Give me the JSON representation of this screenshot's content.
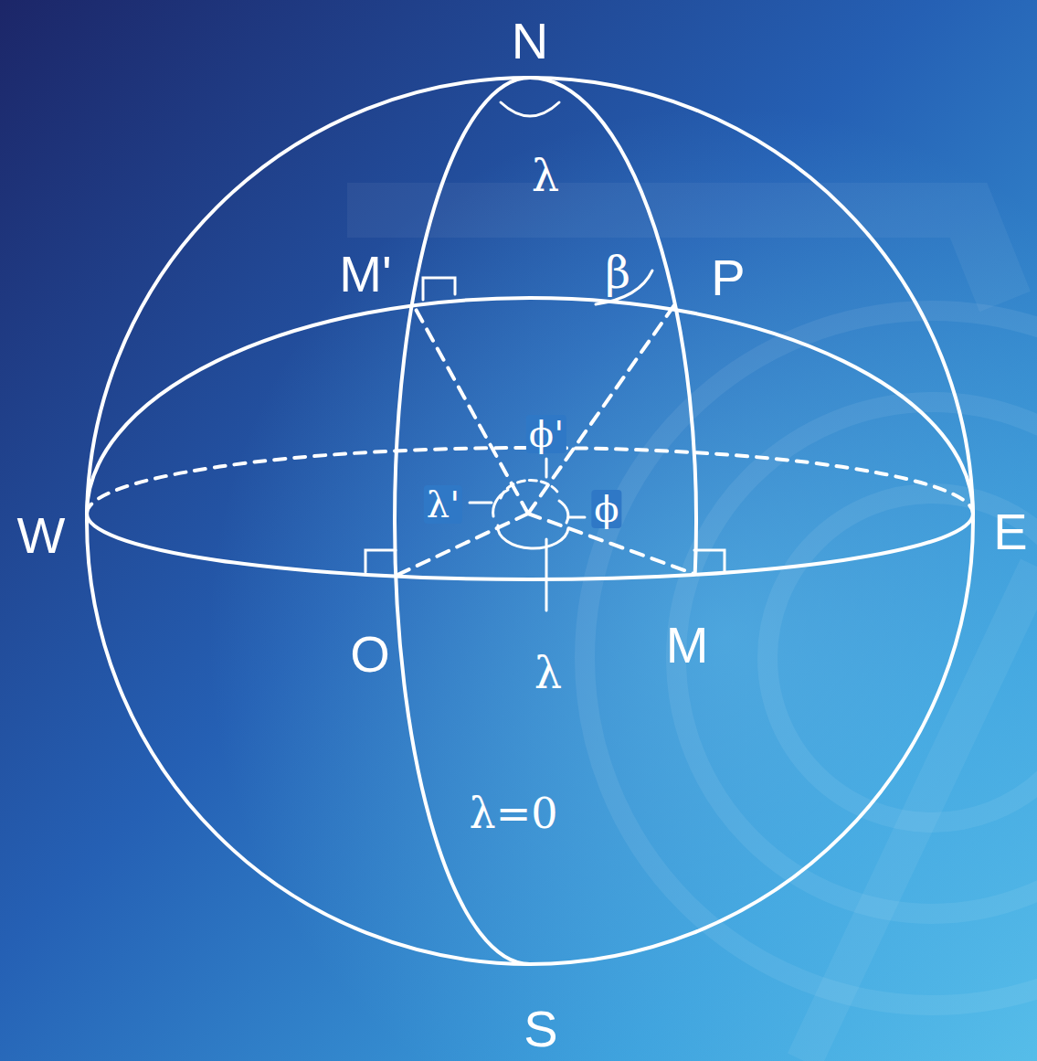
{
  "diagram": {
    "labels": [
      "N",
      "λ",
      "M'",
      "β",
      "P",
      "ϕ'",
      "λ'",
      "ϕ",
      "W",
      "E",
      "O",
      "λ",
      "M",
      "λ=0",
      "S"
    ]
  }
}
